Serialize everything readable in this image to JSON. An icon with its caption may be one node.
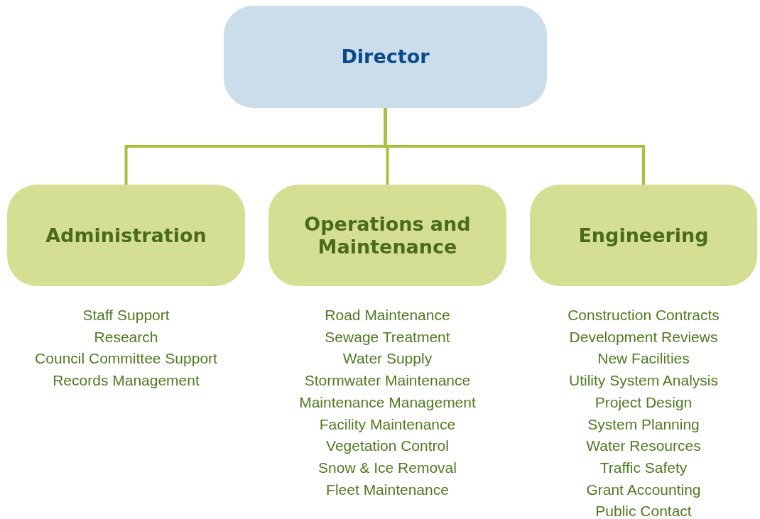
{
  "diagram": {
    "nodes": [
      {
        "text": [
          "Director"
        ]
      },
      {
        "text": [
          "Administration"
        ],
        "beside": [
          "Staff Support",
          "Research",
          "Council Committee Support",
          "Records Management"
        ]
      },
      {
        "text": [
          "Operations and Maintenance"
        ],
        "beside": [
          "Road Maintenance",
          "Sewage Treatment",
          "Water Supply",
          "Stormwater Maintenance",
          "Maintenance Management",
          "Facility Maintenance",
          "Vegetation Control",
          "Snow & Ice Removal",
          "Fleet Maintenance"
        ]
      },
      {
        "text": [
          "Engineering"
        ],
        "beside": [
          "Construction Contracts",
          "Development Reviews",
          "New Facilities",
          "Utility System Analysis",
          "Project Design",
          "System Planning",
          "Water Resources",
          "Traffic Safety",
          "Grant Accounting",
          "Public Contact"
        ]
      }
    ],
    "edges": [
      {
        "from": 0,
        "to": 1,
        "arrow": "none"
      },
      {
        "from": 0,
        "to": 2,
        "arrow": "none"
      },
      {
        "from": 0,
        "to": 3,
        "arrow": "none"
      }
    ]
  }
}
